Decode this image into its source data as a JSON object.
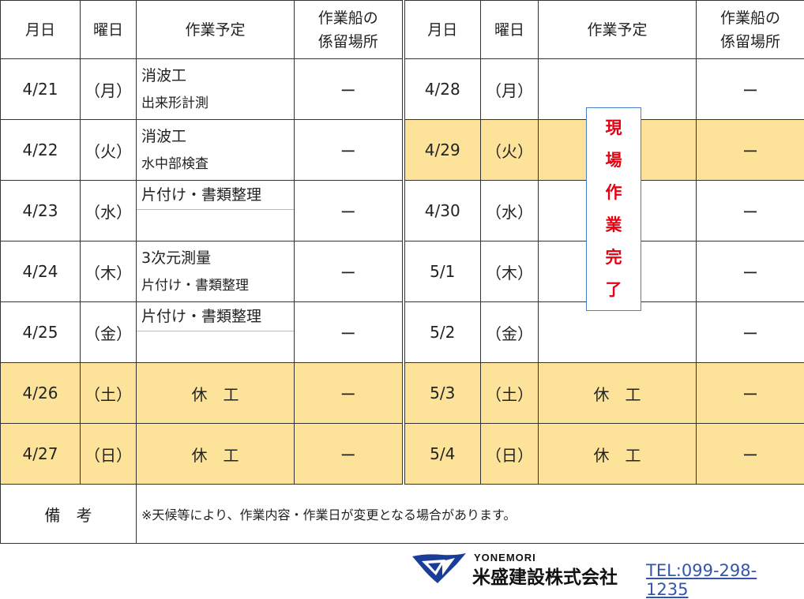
{
  "headers": {
    "date": "月日",
    "weekday": "曜日",
    "plan": "作業予定",
    "mooring_line1": "作業船の",
    "mooring_line2": "係留場所"
  },
  "left_rows": [
    {
      "date": "4/21",
      "weekday": "（月）",
      "task1": "消波工",
      "task2": "出来形計測",
      "mooring": "ー"
    },
    {
      "date": "4/22",
      "weekday": "（火）",
      "task1": "消波工",
      "task2": "水中部検査",
      "mooring": "ー"
    },
    {
      "date": "4/23",
      "weekday": "（水）",
      "task1": "片付け・書類整理",
      "task2": "",
      "mooring": "ー"
    },
    {
      "date": "4/24",
      "weekday": "（木）",
      "task1": "3次元測量",
      "task2": "片付け・書類整理",
      "mooring": "ー"
    },
    {
      "date": "4/25",
      "weekday": "（金）",
      "task1": "片付け・書類整理",
      "task2": "",
      "mooring": "ー"
    },
    {
      "date": "4/26",
      "weekday": "（土）",
      "task1": "休　工",
      "mooring": "ー"
    },
    {
      "date": "4/27",
      "weekday": "（日）",
      "task1": "休　工",
      "mooring": "ー"
    }
  ],
  "right_rows": [
    {
      "date": "4/28",
      "weekday": "（月）",
      "task": "",
      "mooring": "ー"
    },
    {
      "date": "4/29",
      "weekday": "（火）",
      "task": "",
      "mooring": "ー"
    },
    {
      "date": "4/30",
      "weekday": "（水）",
      "task": "",
      "mooring": "ー"
    },
    {
      "date": "5/1",
      "weekday": "（木）",
      "task": "",
      "mooring": "ー"
    },
    {
      "date": "5/2",
      "weekday": "（金）",
      "task": "",
      "mooring": "ー"
    },
    {
      "date": "5/3",
      "weekday": "（土）",
      "task": "休　工",
      "mooring": "ー"
    },
    {
      "date": "5/4",
      "weekday": "（日）",
      "task": "休　工",
      "mooring": "ー"
    }
  ],
  "completion_label": [
    "現",
    "場",
    "作",
    "業",
    "完",
    "了"
  ],
  "notes": {
    "label": "備　考",
    "text": "※天候等により、作業内容・作業日が変更となる場合があります。"
  },
  "footer": {
    "company_en": "YONEMORI",
    "company_jp": "米盛建設株式会社",
    "tel": "TEL:099-298-1235"
  },
  "colors": {
    "highlight": "#fde39a",
    "completion_text": "#e60012",
    "completion_border": "#4a7ecb",
    "logo_blue": "#1a3d99",
    "tel_link": "#3355aa"
  }
}
